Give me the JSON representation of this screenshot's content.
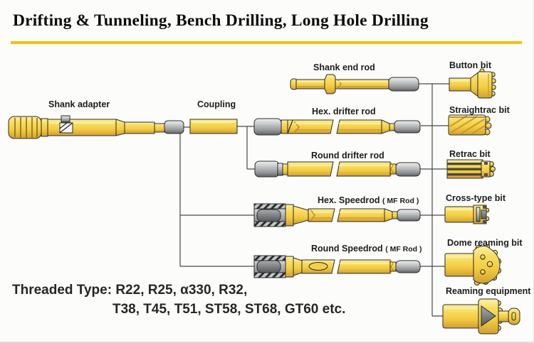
{
  "title": "Drifting & Tunneling, Bench Drilling, Long Hole Drilling",
  "accent_color": "#EDC211",
  "rod_color": "#F2CC42",
  "steel_color": "#97999B",
  "labels": {
    "shank_adapter": "Shank adapter",
    "coupling": "Coupling",
    "shank_end_rod": "Shank end rod",
    "hex_drifter_rod": "Hex. drifter rod",
    "round_drifter_rod": "Round drifter rod",
    "hex_speedrod": "Hex. Speedrod",
    "hex_speedrod_note": "( MF Rod )",
    "round_speedrod": "Round Speedrod",
    "round_speedrod_note": "( MF Rod )",
    "button_bit": "Button bit",
    "straightrac_bit": "Straightrac bit",
    "retrac_bit": "Retrac bit",
    "cross_type_bit": "Cross-type bit",
    "dome_reaming_bit": "Dome reaming bit",
    "reaming_equipment": "Reaming equipment"
  },
  "threaded_type": {
    "line1": "Threaded Type: R22, R25, α330, R32,",
    "line2": "T38, T45, T51, ST58, ST68, GT60 etc."
  }
}
